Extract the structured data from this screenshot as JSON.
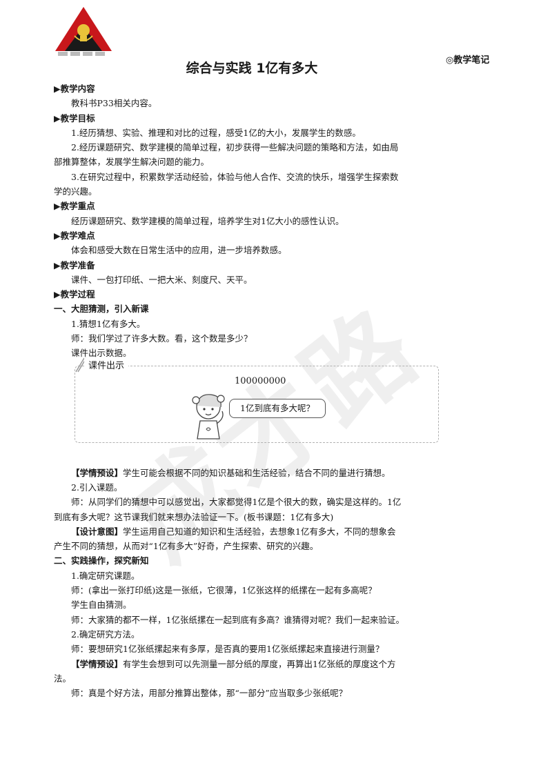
{
  "header": {
    "side_note": "◎教学笔记",
    "title": "综合与实践  1亿有多大"
  },
  "watermark": "成才路",
  "lines_top": [
    {
      "text": "▶教学内容",
      "kind": "h"
    },
    {
      "text": "教科书P33相关内容。",
      "kind": "ind"
    },
    {
      "text": "▶教学目标",
      "kind": "h"
    },
    {
      "text": "1.经历猜想、实验、推理和对比的过程，感受1亿的大小，发展学生的数感。",
      "kind": "ind"
    },
    {
      "text": "2.经历课题研究、数学建模的简单过程，初步获得一些解决问题的策略和方法，如由局",
      "kind": "ind"
    },
    {
      "text": "部推算整体，发展学生解决问题的能力。",
      "kind": "plain"
    },
    {
      "text": "3.在研究过程中，积累数学活动经验，体验与他人合作、交流的快乐，增强学生探索数",
      "kind": "ind"
    },
    {
      "text": "学的兴趣。",
      "kind": "plain"
    },
    {
      "text": "▶教学重点",
      "kind": "h"
    },
    {
      "text": "经历课题研究、数学建模的简单过程，培养学生对1亿大小的感性认识。",
      "kind": "ind"
    },
    {
      "text": "▶教学难点",
      "kind": "h"
    },
    {
      "text": "体会和感受大数在日常生活中的应用，进一步培养数感。",
      "kind": "ind"
    },
    {
      "text": "▶教学准备",
      "kind": "h"
    },
    {
      "text": "课件、一包打印纸、一把大米、刻度尺、天平。",
      "kind": "ind"
    },
    {
      "text": "▶教学过程",
      "kind": "h"
    },
    {
      "text": "一、大胆猜测，引入新课",
      "kind": "h"
    },
    {
      "text": "1.猜想1亿有多大。",
      "kind": "ind"
    },
    {
      "text": "师：我们学过了许多大数。看，这个数是多少？",
      "kind": "ind"
    },
    {
      "text": "课件出示数据。",
      "kind": "ind"
    }
  ],
  "callout": {
    "label": "课件出示",
    "number": "100000000",
    "bubble": "1亿到底有多大呢？"
  },
  "lines_bottom": [
    {
      "tag": "【学情预设】",
      "text": "学生可能会根据不同的知识基础和生活经验，结合不同的量进行猜想。",
      "kind": "ind"
    },
    {
      "text": "2.引入课题。",
      "kind": "ind"
    },
    {
      "text": "师：从同学们的猜想中可以感觉出，大家都觉得1亿是个很大的数，确实是这样的。1亿",
      "kind": "ind"
    },
    {
      "text": "到底有多大呢？这节课我们就来想办法验证一下。(板书课题：1亿有多大)",
      "kind": "plain"
    },
    {
      "tag": "【设计意图】",
      "text": "学生运用自己知道的知识和生活经验，去想象1亿有多大，不同的想象会",
      "kind": "ind"
    },
    {
      "text": "产生不同的猜想，从而对“1亿有多大”好奇，产生探索、研究的兴趣。",
      "kind": "plain"
    },
    {
      "text": "二、实践操作，探究新知",
      "kind": "h"
    },
    {
      "text": "1.确定研究课题。",
      "kind": "ind"
    },
    {
      "text": "师：(拿出一张打印纸)这是一张纸，它很薄，1亿张这样的纸摞在一起有多高呢？",
      "kind": "ind"
    },
    {
      "text": "学生自由猜测。",
      "kind": "ind"
    },
    {
      "text": "师：大家猜的都不一样，1亿张纸摞在一起到底有多高？谁猜得对呢？我们一起来验证。",
      "kind": "ind"
    },
    {
      "text": "2.确定研究方法。",
      "kind": "ind"
    },
    {
      "text": "师：要想研究1亿张纸摞起来有多厚，是否真的要用1亿张纸摞起来直接进行测量？",
      "kind": "ind"
    },
    {
      "tag": "【学情预设】",
      "text": "有学生会想到可以先测量一部分纸的厚度，再算出1亿张纸的厚度这个方",
      "kind": "ind"
    },
    {
      "text": "法。",
      "kind": "plain"
    },
    {
      "text": "师：真是个好方法，用部分推算出整体，那“一部分”应当取多少张纸呢？",
      "kind": "ind"
    }
  ]
}
